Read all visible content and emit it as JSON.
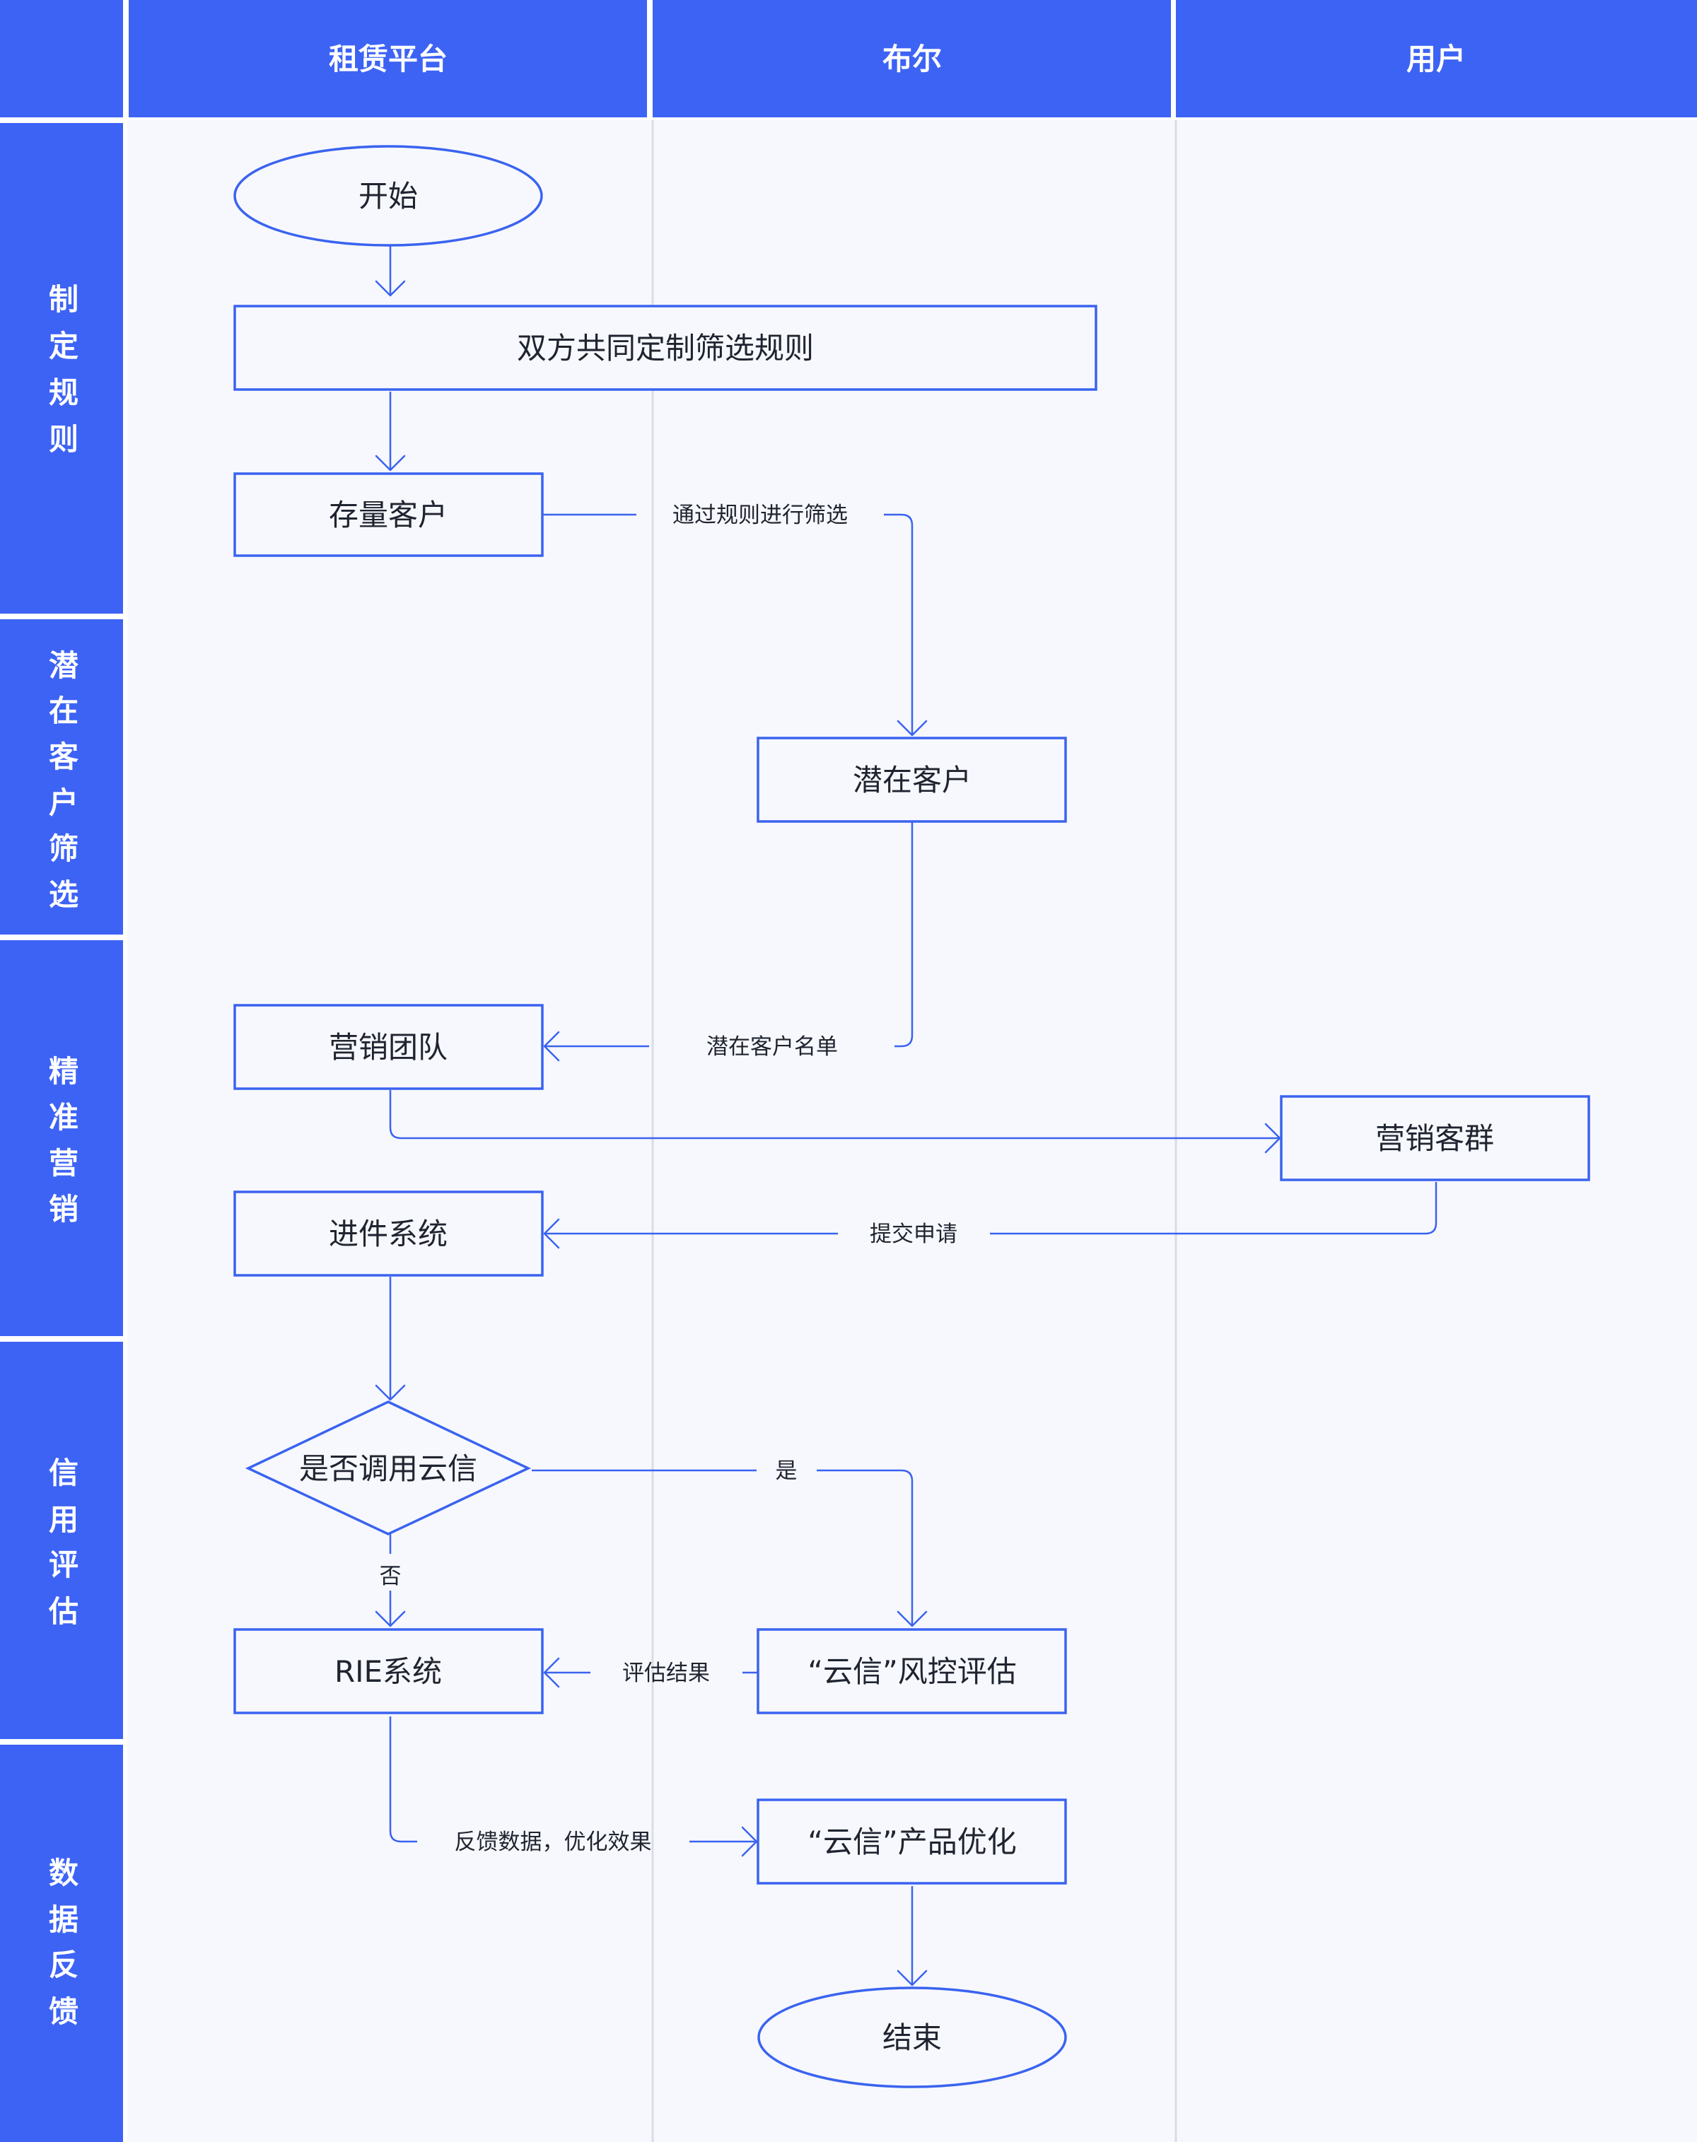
{
  "colors": {
    "header_blue": "#3d63f5",
    "lane_bg": "#f7f8fd",
    "stroke_blue": "#3a63f0",
    "text_dark": "#1f2430"
  },
  "columns": [
    "租赁平台",
    "布尔",
    "用户"
  ],
  "phases": [
    [
      "制",
      "定",
      "规",
      "则"
    ],
    [
      "潜",
      "在",
      "客",
      "户",
      "筛",
      "选"
    ],
    [
      "精",
      "准",
      "营",
      "销"
    ],
    [
      "信",
      "用",
      "评",
      "估"
    ],
    [
      "数",
      "据",
      "反",
      "馈"
    ]
  ],
  "nodes": {
    "start": "开始",
    "rules": "双方共同定制筛选规则",
    "stock": "存量客户",
    "potential": "潜在客户",
    "marketing_team": "营销团队",
    "marketing_group": "营销客群",
    "intake": "进件系统",
    "decision": "是否调用云信",
    "rie": "RIE系统",
    "yunxin_risk": "“云信”风控评估",
    "yunxin_opt": "“云信”产品优化",
    "end": "结束"
  },
  "edges": {
    "filter": "通过规则进行筛选",
    "potential_list": "潜在客户名单",
    "submit": "提交申请",
    "yes": "是",
    "no": "否",
    "eval_result": "评估结果",
    "feedback": "反馈数据，优化效果"
  }
}
